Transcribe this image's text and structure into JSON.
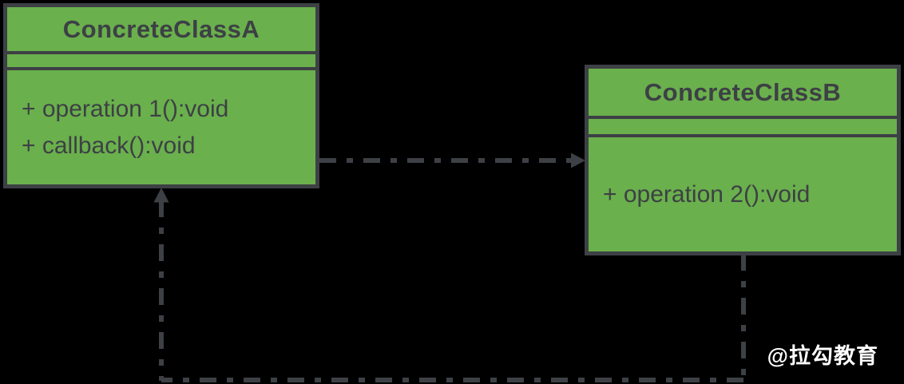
{
  "diagram": {
    "type": "uml-class-diagram",
    "classes": [
      {
        "name": "ConcreteClassA",
        "attributes": [],
        "methods": [
          "+ operation 1():void",
          "+ callback():void"
        ]
      },
      {
        "name": "ConcreteClassB",
        "attributes": [],
        "methods": [
          "+ operation 2():void"
        ]
      }
    ],
    "relationships": [
      {
        "from": "ConcreteClassA",
        "to": "ConcreteClassB",
        "type": "dependency",
        "line_style": "dash-dot",
        "arrowhead": "solid-triangle",
        "route": "horizontal from right side of ConcreteClassA into left side of ConcreteClassB"
      },
      {
        "from": "ConcreteClassB",
        "to": "ConcreteClassA",
        "type": "dependency",
        "line_style": "dash-dot",
        "arrowhead": "solid-triangle",
        "route": "down from bottom of ConcreteClassB, left along page bottom, up into bottom of ConcreteClassA"
      }
    ]
  },
  "watermark": {
    "text": "@拉勾教育"
  },
  "colors": {
    "background": "#000000",
    "class_fill": "#6ab04c",
    "stroke_and_text": "#3d4045",
    "watermark_text": "#ffffff"
  }
}
